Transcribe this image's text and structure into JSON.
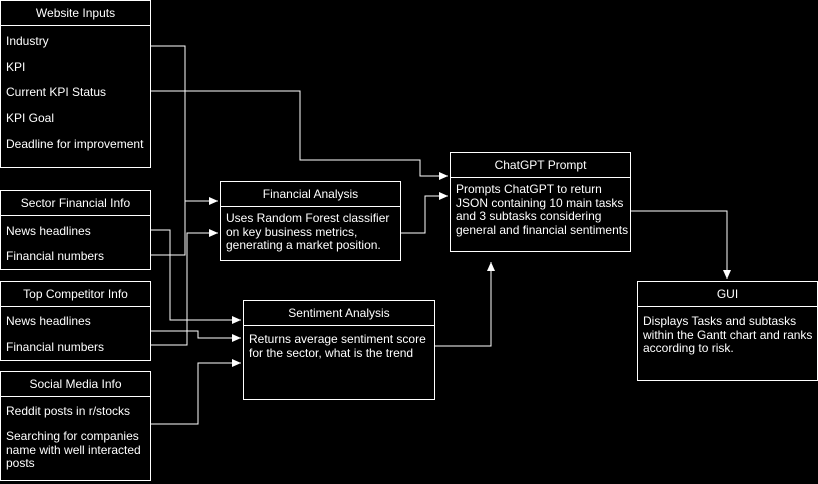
{
  "website_inputs": {
    "title": "Website Inputs",
    "items": [
      "Industry",
      "KPI",
      "Current KPI Status",
      "KPI Goal",
      "Deadline for improvement"
    ]
  },
  "sector_financial": {
    "title": "Sector Financial Info",
    "items": [
      "News headlines",
      "Financial numbers"
    ]
  },
  "top_competitor": {
    "title": "Top Competitor Info",
    "items": [
      "News headlines",
      "Financial numbers"
    ]
  },
  "social_media": {
    "title": "Social Media Info",
    "items": [
      "Reddit posts in r/stocks",
      "Searching for companies name with well interacted posts"
    ]
  },
  "financial_analysis": {
    "title": "Financial Analysis",
    "body": "Uses Random Forest classifier on key business metrics, generating a market position."
  },
  "sentiment_analysis": {
    "title": "Sentiment Analysis",
    "body": "Returns average sentiment score for the sector, what is the trend"
  },
  "chatgpt_prompt": {
    "title": "ChatGPT Prompt",
    "body": "Prompts ChatGPT to return JSON containing 10 main tasks and 3 subtasks considering general and financial sentiments"
  },
  "gui": {
    "title": "GUI",
    "body": "Displays Tasks and subtasks within the Gantt chart and ranks according to risk."
  },
  "colors": {
    "background": "#000000",
    "line": "#ffffff",
    "text": "#ffffff"
  }
}
